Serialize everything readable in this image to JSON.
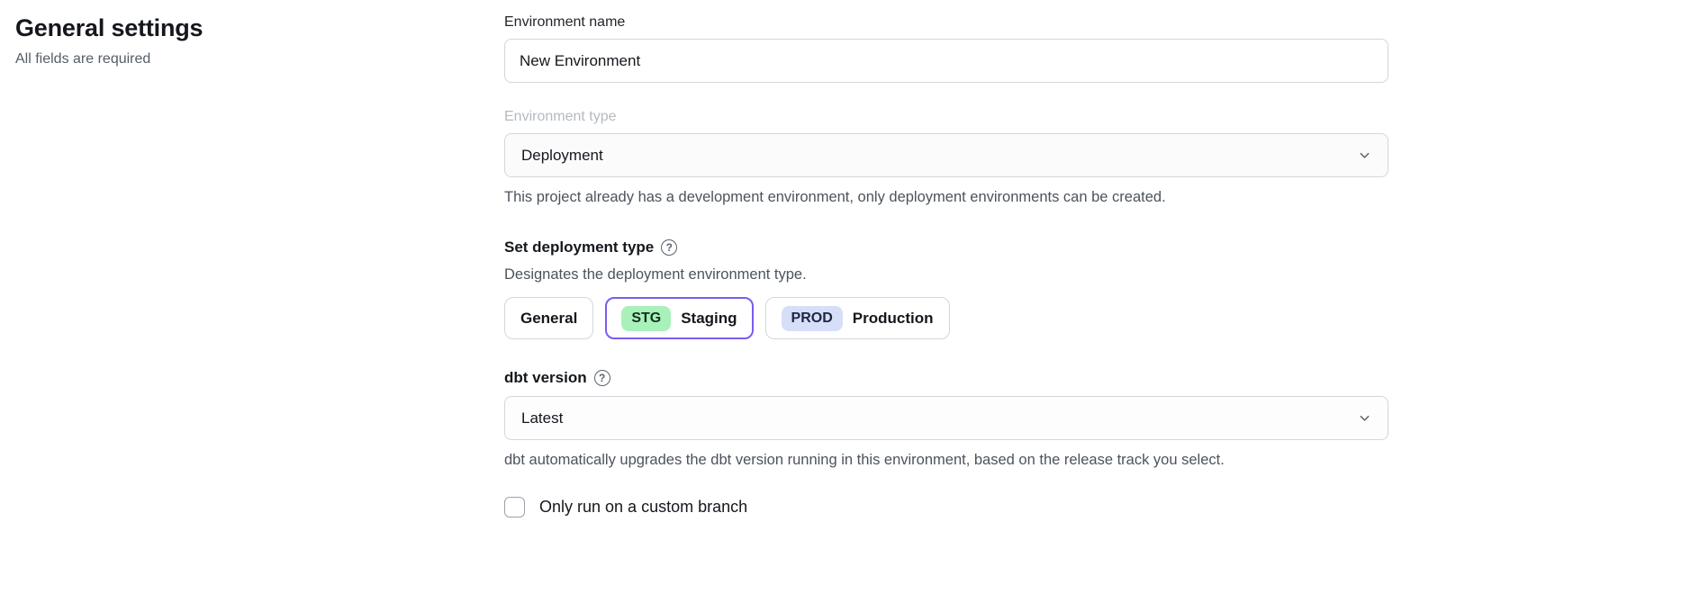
{
  "page": {
    "title": "General settings",
    "subtitle": "All fields are required"
  },
  "form": {
    "environment_name": {
      "label": "Environment name",
      "value": "New Environment"
    },
    "environment_type": {
      "label": "Environment type",
      "selected_value": "Deployment",
      "helper": "This project already has a development environment, only deployment environments can be created."
    },
    "deployment_type": {
      "label": "Set deployment type",
      "helper": "Designates the deployment environment type.",
      "options": {
        "general": {
          "label": "General"
        },
        "staging": {
          "label": "Staging",
          "badge": "STG",
          "selected": true
        },
        "production": {
          "label": "Production",
          "badge": "PROD"
        }
      }
    },
    "dbt_version": {
      "label": "dbt version",
      "selected_value": "Latest",
      "helper": "dbt automatically upgrades the dbt version running in this environment, based on the release track you select."
    },
    "custom_branch": {
      "label": "Only run on a custom branch",
      "checked": false
    }
  },
  "icons": {
    "help": "?",
    "chevron_down": "chevron-down"
  },
  "colors": {
    "accent_purple": "#7b5cf0",
    "stg_badge_bg": "#a9f1ba",
    "prod_badge_bg": "#d7dff8"
  }
}
